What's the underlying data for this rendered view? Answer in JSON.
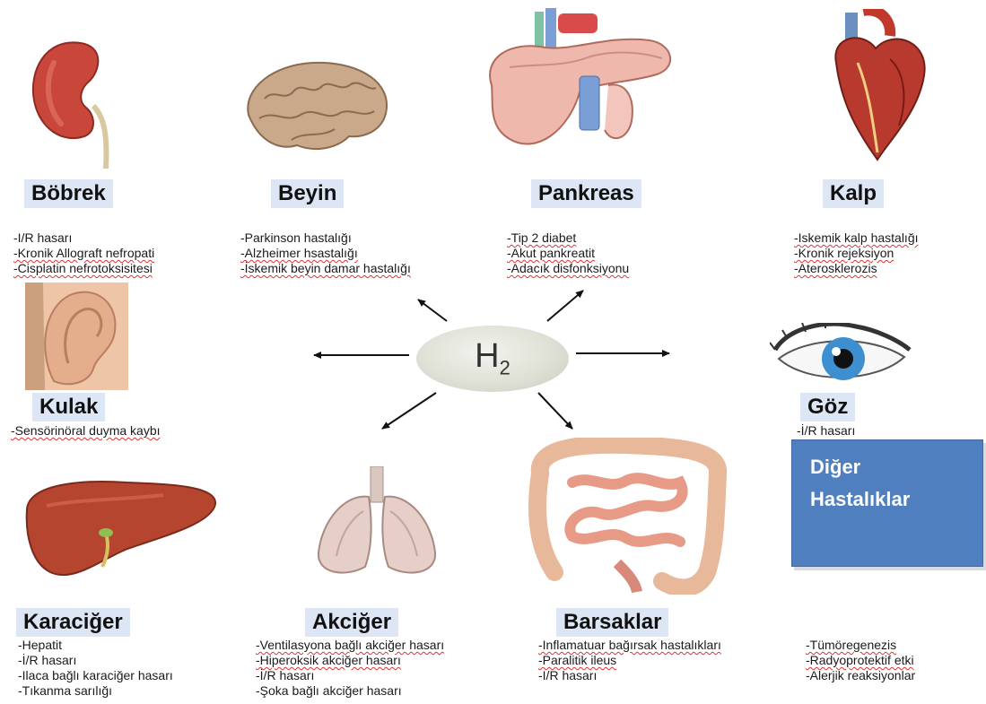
{
  "center": {
    "label": "H",
    "sub": "2"
  },
  "organs": {
    "bobrek": {
      "name": "Böbrek",
      "items": [
        "-I/R hasarı",
        "-Kronik  Allograft nefropati",
        "-Cisplatin nefrotoksisitesi"
      ]
    },
    "beyin": {
      "name": "Beyin",
      "items": [
        "-Parkinson hastalığı",
        "-Alzheimer hsastalığı",
        "-İskemik beyin damar hastalığı"
      ]
    },
    "pankreas": {
      "name": "Pankreas",
      "items": [
        "-Tip 2 diabet",
        "-Akut pankreatit",
        "-Adacık disfonksiyonu"
      ]
    },
    "kalp": {
      "name": "Kalp",
      "items": [
        "-Iskemik kalp hastalığı",
        "-Kronik rejeksiyon",
        "-Aterosklerozis"
      ]
    },
    "kulak": {
      "name": "Kulak",
      "items": [
        "-Sensörinöral duyma kaybı"
      ]
    },
    "goz": {
      "name": "Göz",
      "items": [
        "-İ/R hasarı"
      ]
    },
    "karaciger": {
      "name": "Karaciğer",
      "items": [
        "-Hepatit",
        "-İ/R hasarı",
        "-Ilaca bağlı karaciğer hasarı",
        "-Tıkanma sarılığı"
      ]
    },
    "akciger": {
      "name": "Akciğer",
      "items": [
        "-Ventilasyona bağlı akciğer hasarı",
        "-Hiperoksik akciğer hasarı",
        "-İ/R hasarı",
        "-Şoka bağlı akciğer hasarı"
      ]
    },
    "barsaklar": {
      "name": "Barsaklar",
      "items": [
        "-Inflamatuar bağırsak hastalıkları",
        "-Paralitik ileus",
        "-I/R hasarı"
      ]
    },
    "diger": {
      "title_line1": "Diğer",
      "title_line2": "Hastalıklar",
      "items": [
        "-Tümöregenezis",
        "-Radyoprotektif etki",
        "-Alerjik reaksiyonlar"
      ]
    }
  },
  "colors": {
    "label_bg": "#dde6f4",
    "box_bg": "#4f7fbf",
    "organ_red": "#c0392b",
    "skin": "#e8b89a"
  }
}
